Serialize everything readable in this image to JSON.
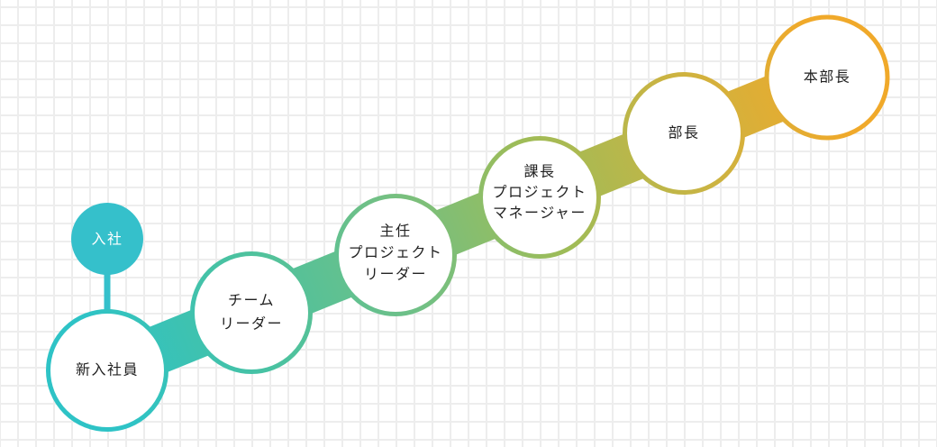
{
  "diagram_type": "career-path-steps",
  "stages": [
    {
      "id": "entry",
      "label": "入社"
    },
    {
      "id": "new-employee",
      "lines": [
        "新入社員"
      ]
    },
    {
      "id": "team-leader",
      "lines": [
        "チーム",
        "リーダー"
      ]
    },
    {
      "id": "senior-project-leader",
      "lines": [
        "主任",
        "プロジェクト",
        "リーダー"
      ]
    },
    {
      "id": "manager-project-manager",
      "lines": [
        "課長",
        "プロジェクト",
        "マネージャー"
      ]
    },
    {
      "id": "department-manager",
      "lines": [
        "部長"
      ]
    },
    {
      "id": "division-manager",
      "lines": [
        "本部長"
      ]
    }
  ],
  "colors": {
    "band_gradient": [
      "#2ec3c6",
      "#49c2a1",
      "#70c086",
      "#9dbc58",
      "#c9b443",
      "#f0a92a"
    ],
    "entry_accent": "#35c0cb",
    "entry_text": "#ffffff",
    "label_text": "#222222",
    "circle_fill": "#ffffff",
    "grid_line": "#ededed",
    "background": "#ffffff"
  }
}
